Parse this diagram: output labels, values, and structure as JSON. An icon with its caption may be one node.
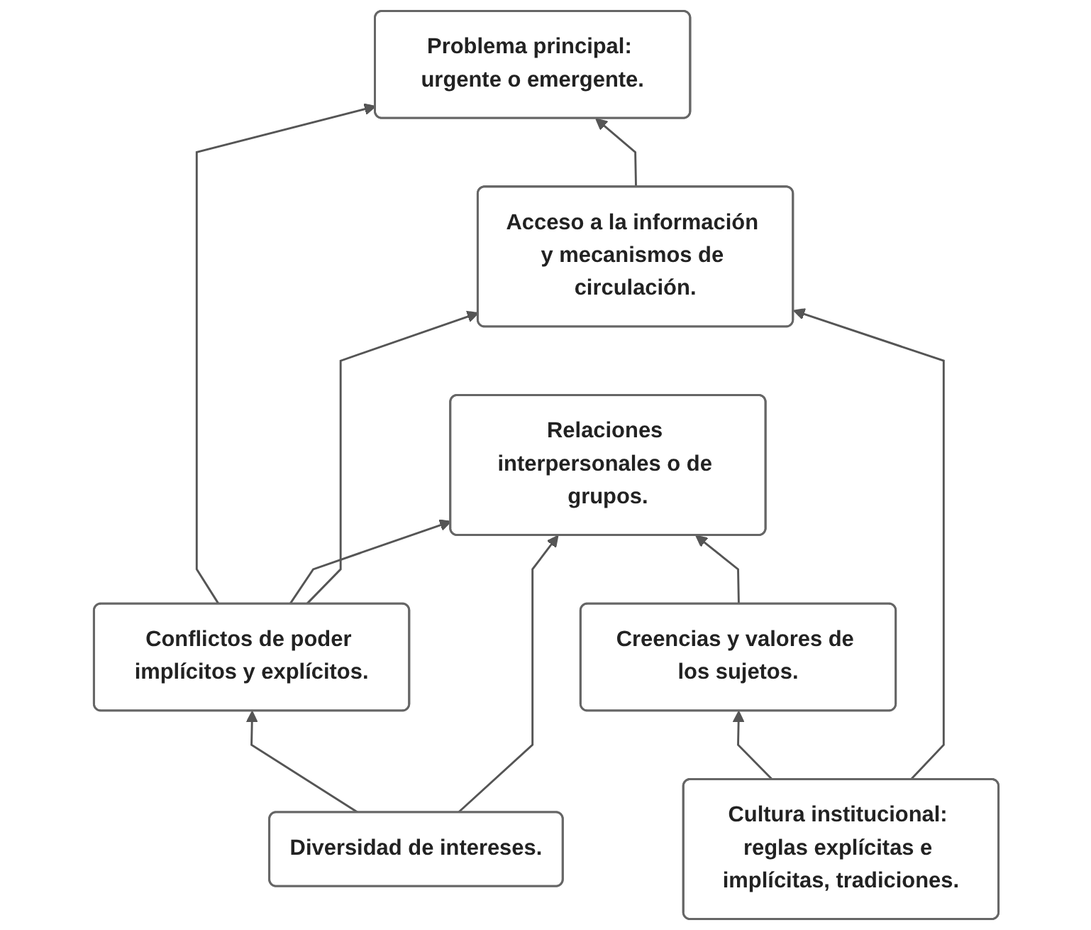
{
  "diagram": {
    "nodes": [
      {
        "text": [
          "Problema principal: urgente o emergente."
        ]
      },
      {
        "text": [
          "Conflictos de poder implícitos y explícitos."
        ]
      },
      {
        "text": [
          "Relaciones interpersonales o de grupos."
        ]
      },
      {
        "text": [
          "Diversidad de intereses."
        ]
      },
      {
        "text": [
          "Creencias y valores de los sujetos."
        ]
      },
      {
        "text": [
          "Cultura institucional: reglas explícitas e implícitas, tradiciones."
        ]
      },
      {
        "text": [
          "Acceso a la información y mecanismos de circulación."
        ]
      }
    ],
    "edges": [
      {
        "from": 1,
        "to": 0,
        "arrow": "to"
      },
      {
        "from": 1,
        "to": 2,
        "arrow": "to"
      },
      {
        "from": 1,
        "to": 6,
        "arrow": "to"
      },
      {
        "from": 3,
        "to": 1,
        "arrow": "to"
      },
      {
        "from": 3,
        "to": 2,
        "arrow": "to"
      },
      {
        "from": 4,
        "to": 2,
        "arrow": "to"
      },
      {
        "from": 5,
        "to": 4,
        "arrow": "to"
      },
      {
        "from": 5,
        "to": 6,
        "arrow": "to"
      },
      {
        "from": 6,
        "to": 0,
        "arrow": "to"
      }
    ]
  }
}
